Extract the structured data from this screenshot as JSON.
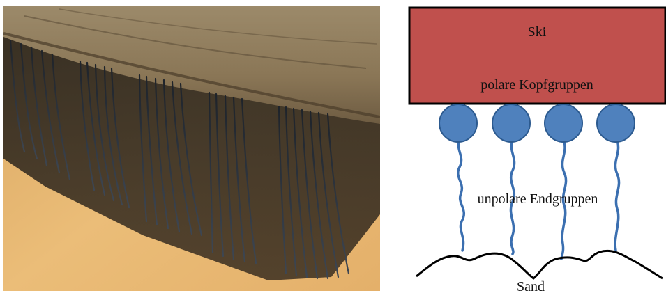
{
  "diagram": {
    "ski_label": "Ski",
    "head_groups_label": "polare Kopfgruppen",
    "tail_groups_label": "unpolare Endgruppen",
    "surface_label": "Sand",
    "colors": {
      "ski_fill": "#c0504d",
      "ski_stroke": "#000000",
      "head_fill": "#4f81bd",
      "head_stroke": "#2c5a8f",
      "tail_stroke": "#3b6fb0",
      "sand_stroke": "#000000"
    },
    "molecule_count": 4
  },
  "photo": {
    "subject": "brush-bristles-close-up",
    "colors": {
      "wood": "#8f7c5e",
      "floor": "#e8b870",
      "bristles": "#2a3038"
    }
  }
}
